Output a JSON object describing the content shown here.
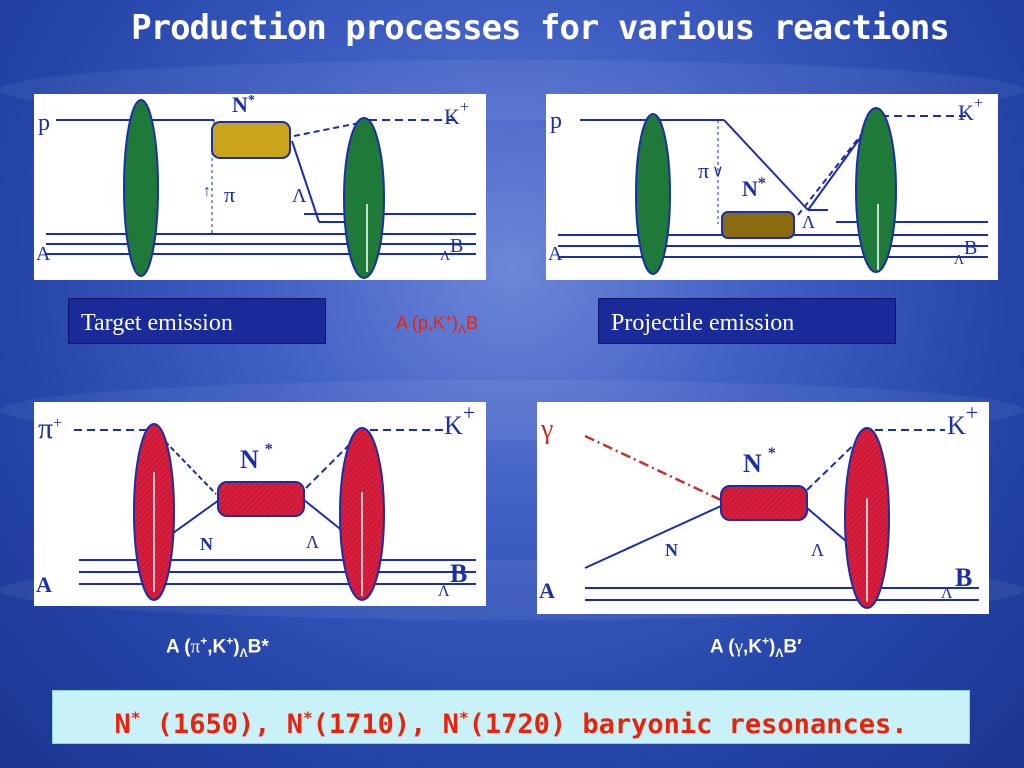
{
  "title": "Production processes for various reactions",
  "colors": {
    "background": "#2c4ab4",
    "label_box": "#1b2a99",
    "caption_red": "#e8230c",
    "green_blob": "#1f7a3a",
    "red_blob": "#d81e3c",
    "line_blue": "#1a2ea8",
    "nstar_gold": "#c9a41a",
    "nstar_olive": "#8a6b10",
    "bottom_box": "#c8f2f8"
  },
  "labels": {
    "target_emission": "Target emission",
    "projectile_emission": "Projectile emission"
  },
  "captions": {
    "pK": {
      "prefix": "A (p,K",
      "sup": "+",
      "close": ")",
      "sub": "Λ",
      "suffix": "B"
    },
    "piK": {
      "prefix": "A (",
      "pi": "π",
      "pisup": "+",
      "mid": ",K",
      "sup": "+",
      "close": ")",
      "sub": "Λ",
      "suffix": "B*"
    },
    "gammaK": {
      "prefix": "A (",
      "gamma": "γ",
      "mid": ",K",
      "sup": "+",
      "close": ")",
      "sub": "Λ",
      "suffix": "B′"
    }
  },
  "bottom": {
    "text1": "N",
    "sup1": "*",
    "text2": " (1650), N",
    "sup2": "*",
    "text3": "(1710), N",
    "sup3": "*",
    "text4": "(1720) baryonic resonances."
  },
  "diagrams": {
    "d1": {
      "p": "p",
      "A": "A",
      "N": "N",
      "Nsup": "*",
      "pi": "π",
      "K": "K",
      "Ksup": "+",
      "lam": "Λ",
      "lamB": "Λ",
      "B": "B"
    },
    "d2": {
      "p": "p",
      "A": "A",
      "N": "N",
      "Nsup": "*",
      "pi": "π",
      "K": "K",
      "Ksup": "+",
      "lam": "Λ",
      "lamB": "Λ",
      "B": "B"
    },
    "d3": {
      "pi": "π",
      "pisup": "+",
      "A": "A",
      "N": "N",
      "Nsup": "*",
      "Nlow": "N",
      "K": "K",
      "Ksup": "+",
      "lam": "Λ",
      "lamB": "Λ",
      "B": "B"
    },
    "d4": {
      "gamma": "γ",
      "A": "A",
      "N": "N",
      "Nsup": "*",
      "Nlow": "N",
      "K": "K",
      "Ksup": "+",
      "lam": "Λ",
      "lamB": "Λ",
      "B": "B"
    }
  }
}
